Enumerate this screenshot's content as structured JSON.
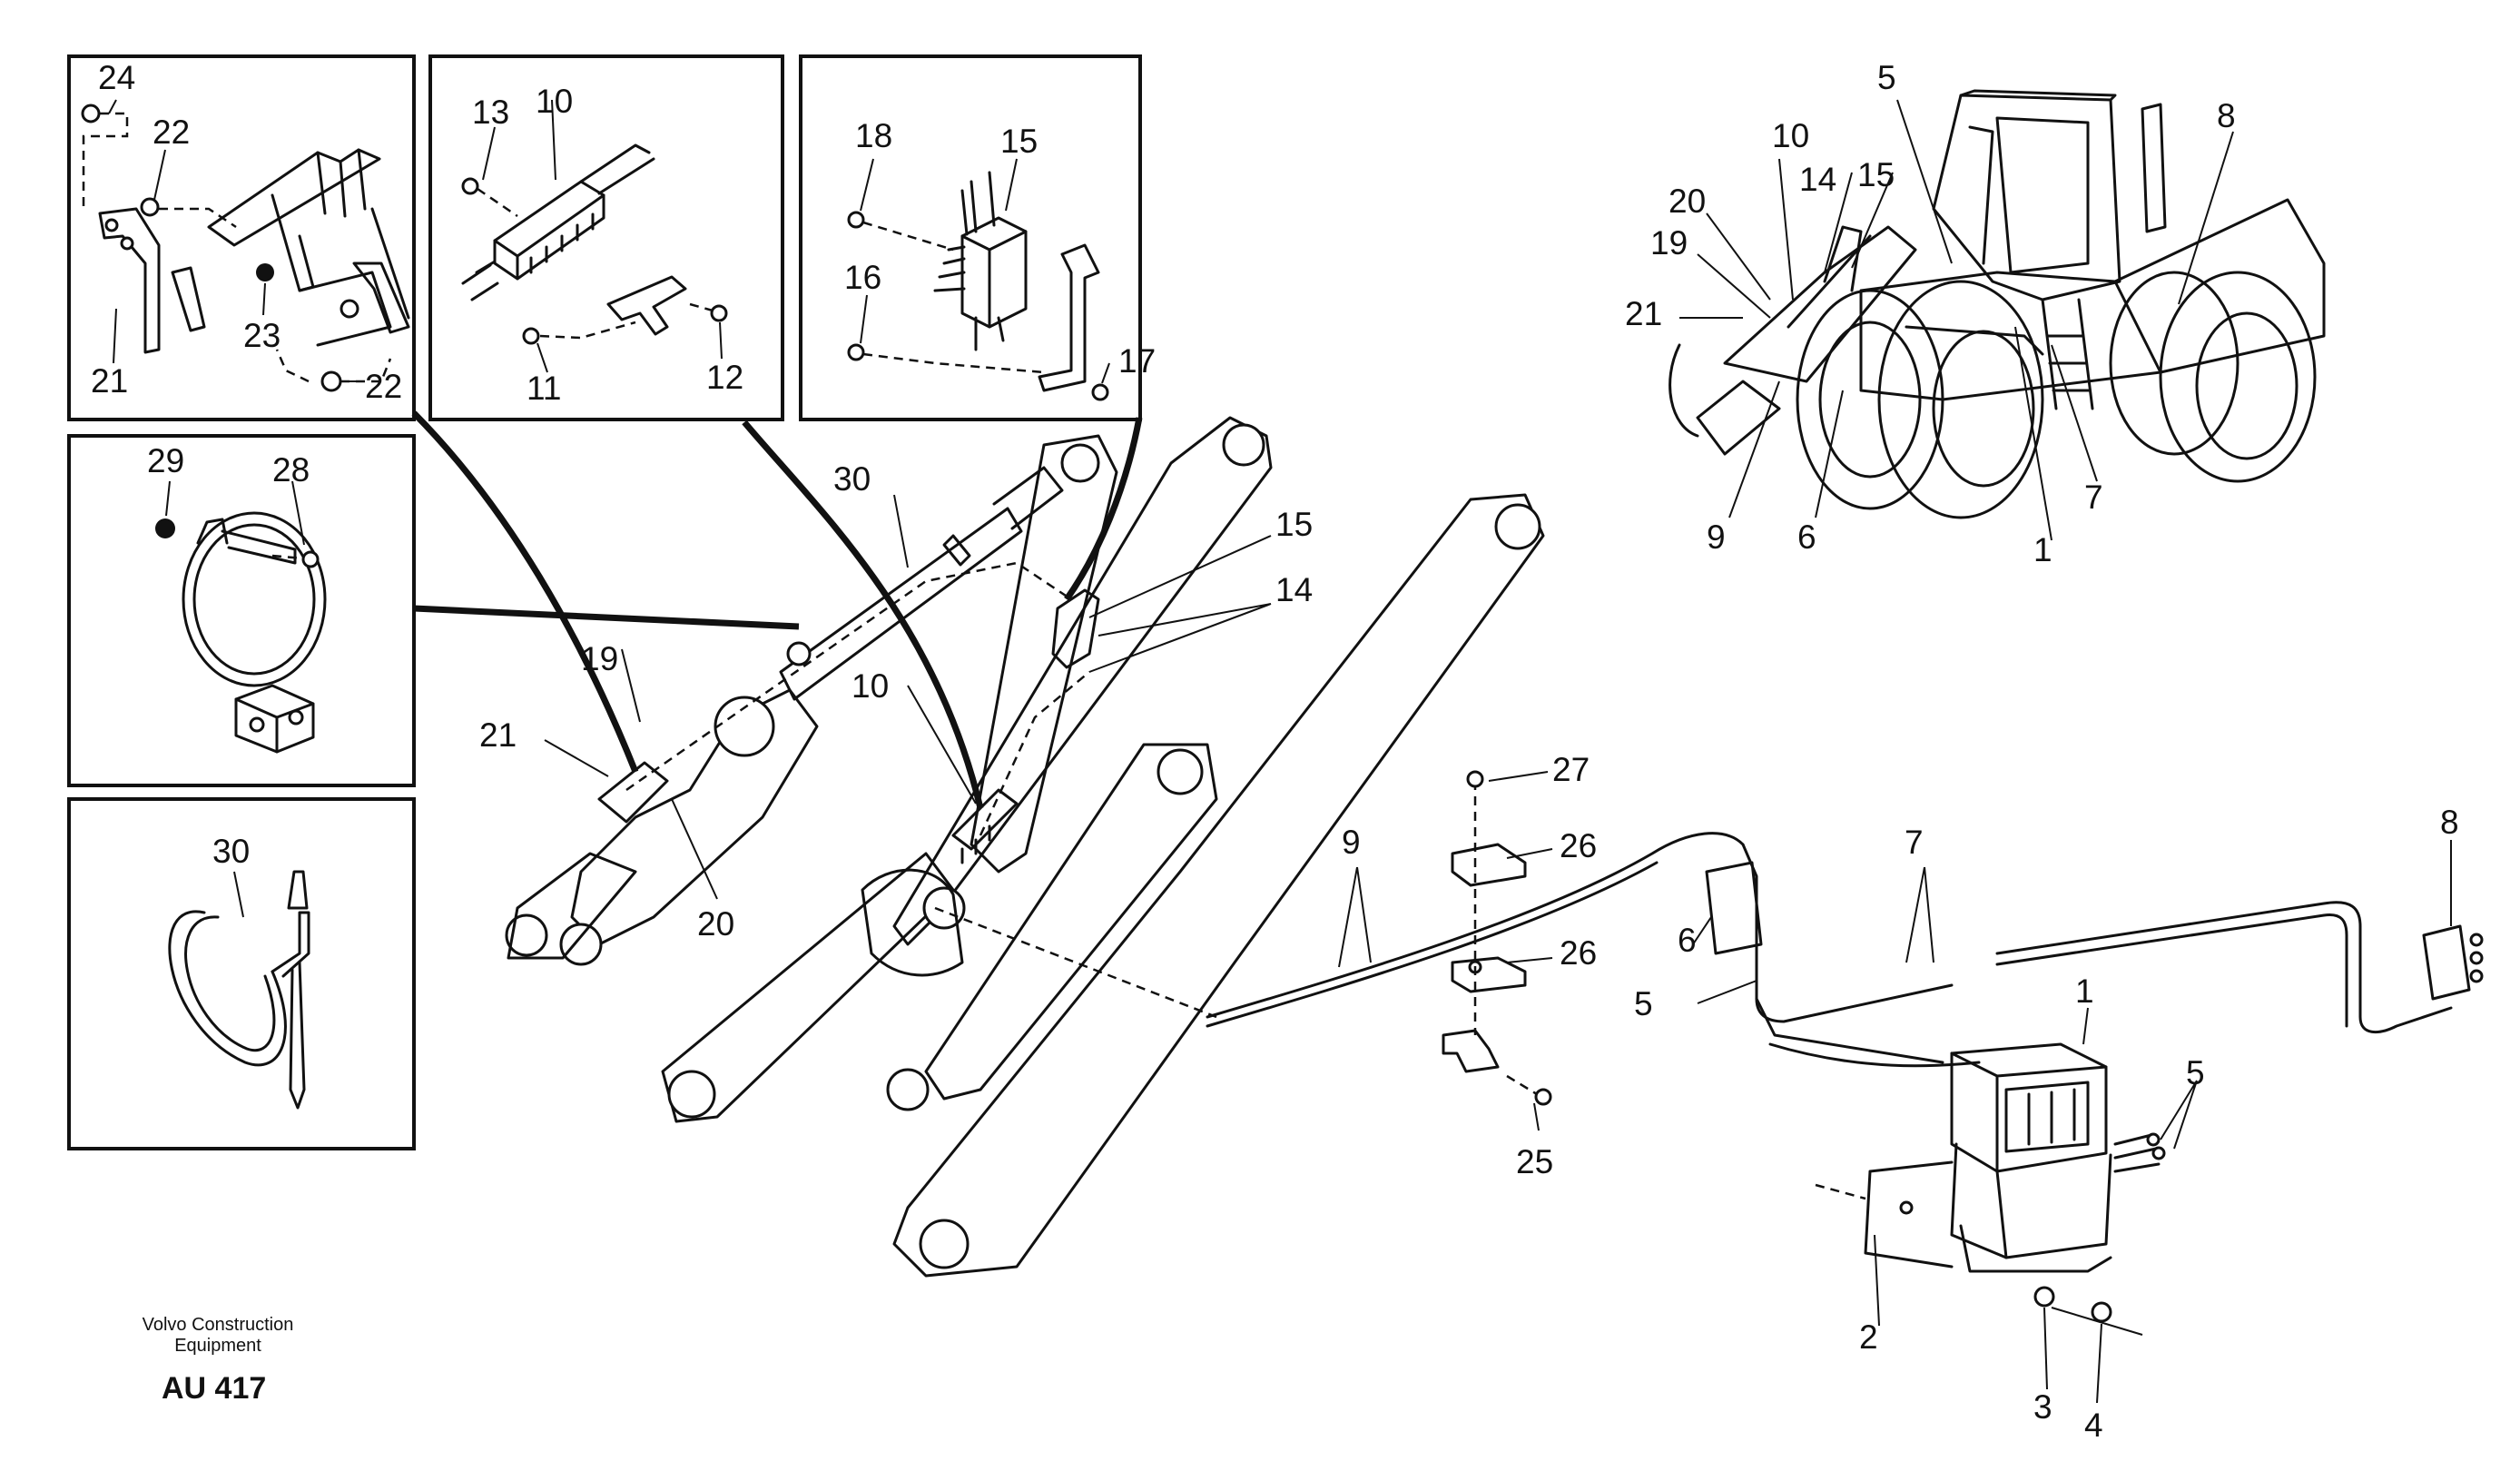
{
  "footer": {
    "company_line1": "Volvo Construction",
    "company_line2": "Equipment",
    "code": "AU 417"
  },
  "callouts": {
    "c1": "1",
    "c2": "2",
    "c3": "3",
    "c4": "4",
    "c5": "5",
    "c6": "6",
    "c7": "7",
    "c8": "8",
    "c9": "9",
    "c10": "10",
    "c11": "11",
    "c12": "12",
    "c13": "13",
    "c14": "14",
    "c15": "15",
    "c16": "16",
    "c17": "17",
    "c18": "18",
    "c19": "19",
    "c20": "20",
    "c21": "21",
    "c22": "22",
    "c23": "23",
    "c24": "24",
    "c25": "25",
    "c26": "26",
    "c27": "27",
    "c28": "28",
    "c29": "29",
    "c30": "30"
  }
}
